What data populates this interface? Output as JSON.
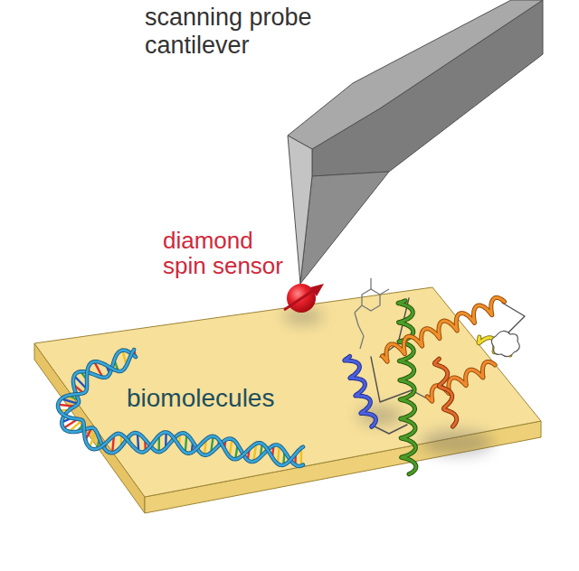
{
  "diagram": {
    "labels": [
      "scanning probe cantilever",
      "diamond spin sensor",
      "biomolecules"
    ]
  }
}
